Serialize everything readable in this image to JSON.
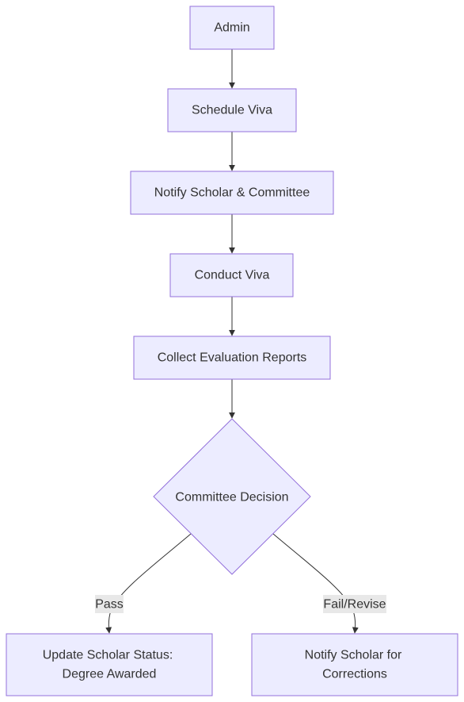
{
  "nodes": {
    "admin": "Admin",
    "schedule_viva": "Schedule Viva",
    "notify_committee": "Notify Scholar & Committee",
    "conduct_viva": "Conduct Viva",
    "collect_reports": "Collect Evaluation Reports",
    "committee_decision": "Committee Decision",
    "update_status": {
      "line1": "Update Scholar Status:",
      "line2": "Degree Awarded"
    },
    "notify_corrections": {
      "line1": "Notify Scholar for",
      "line2": "Corrections"
    }
  },
  "edge_labels": {
    "pass": "Pass",
    "fail_revise": "Fail/Revise"
  },
  "colors": {
    "node_fill": "#ECECFF",
    "node_stroke": "#9370DB",
    "edge": "#333333",
    "text": "#333333",
    "edge_label_bg": "#e8e8e8"
  }
}
